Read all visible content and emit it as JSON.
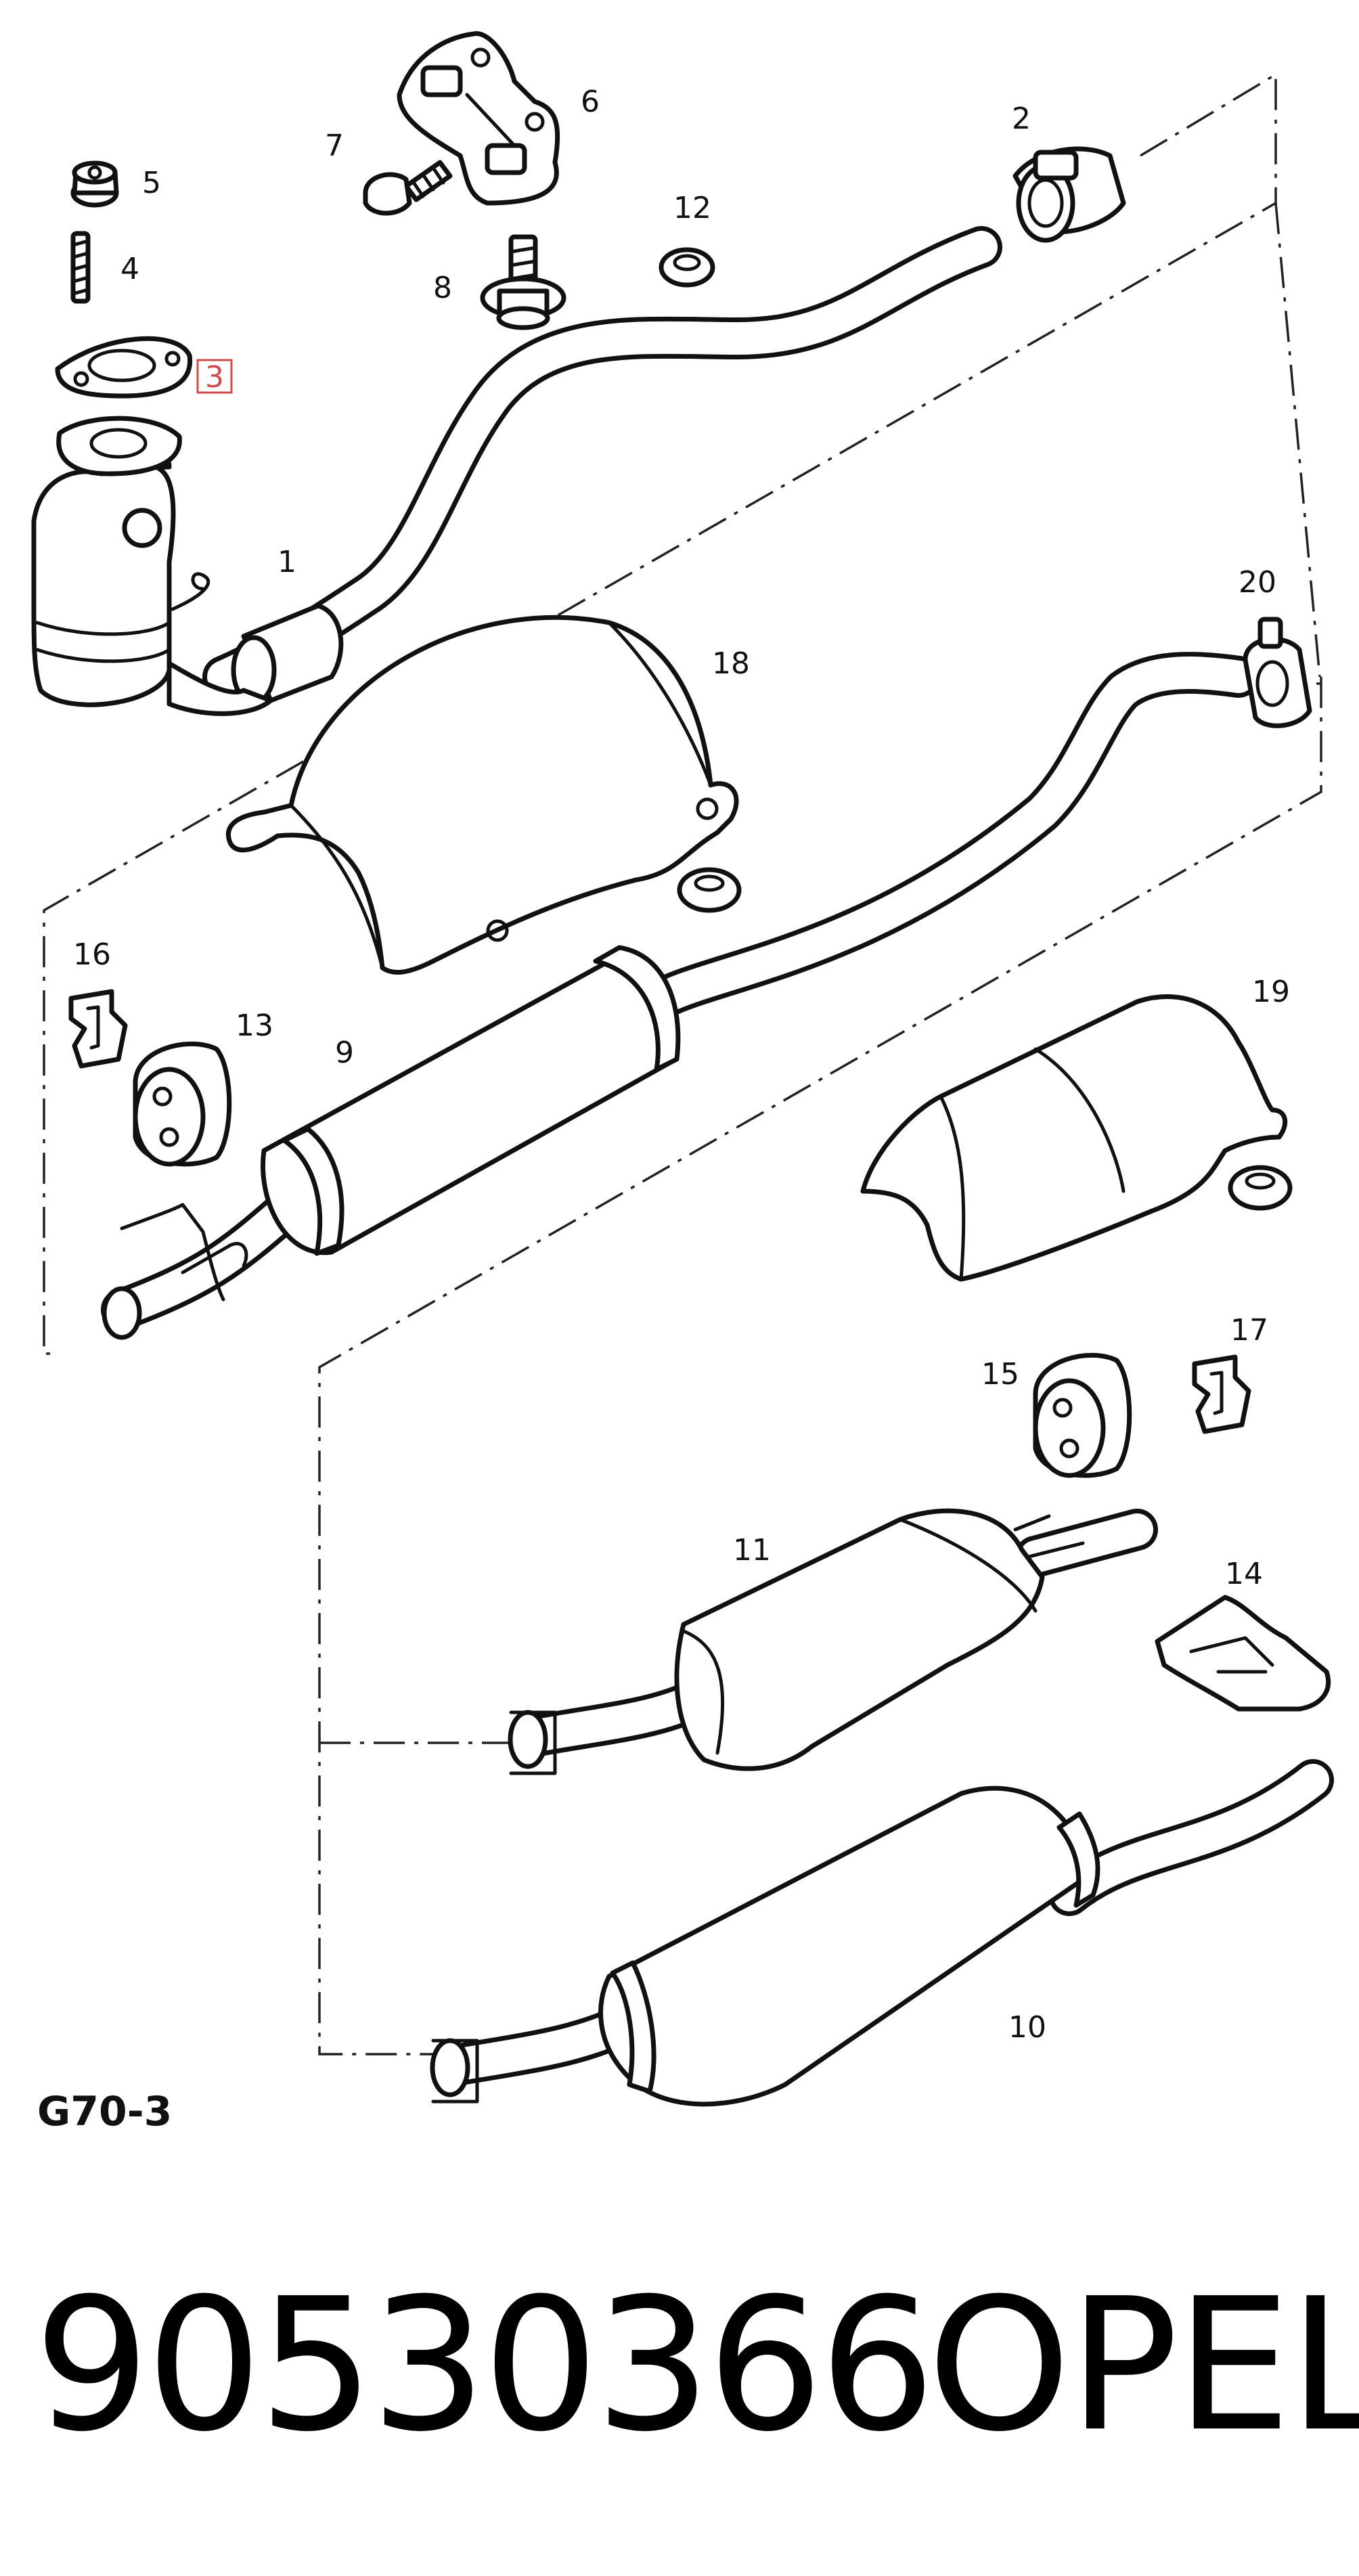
{
  "diagram": {
    "section_code": "G70-3",
    "callouts": [
      {
        "id": "1",
        "label": "1"
      },
      {
        "id": "2",
        "label": "2"
      },
      {
        "id": "3",
        "label": "3"
      },
      {
        "id": "4",
        "label": "4"
      },
      {
        "id": "5",
        "label": "5"
      },
      {
        "id": "6",
        "label": "6"
      },
      {
        "id": "7",
        "label": "7"
      },
      {
        "id": "8",
        "label": "8"
      },
      {
        "id": "9",
        "label": "9"
      },
      {
        "id": "10",
        "label": "10"
      },
      {
        "id": "11",
        "label": "11"
      },
      {
        "id": "12",
        "label": "12"
      },
      {
        "id": "13",
        "label": "13"
      },
      {
        "id": "14",
        "label": "14"
      },
      {
        "id": "15",
        "label": "15"
      },
      {
        "id": "16",
        "label": "16"
      },
      {
        "id": "17",
        "label": "17"
      },
      {
        "id": "18",
        "label": "18"
      },
      {
        "id": "19",
        "label": "19"
      },
      {
        "id": "20",
        "label": "20"
      }
    ],
    "highlighted_callout": "3",
    "highlight_color": "#d24b4b"
  },
  "footer": {
    "part_number": "90530366",
    "brand": "OPEL"
  }
}
